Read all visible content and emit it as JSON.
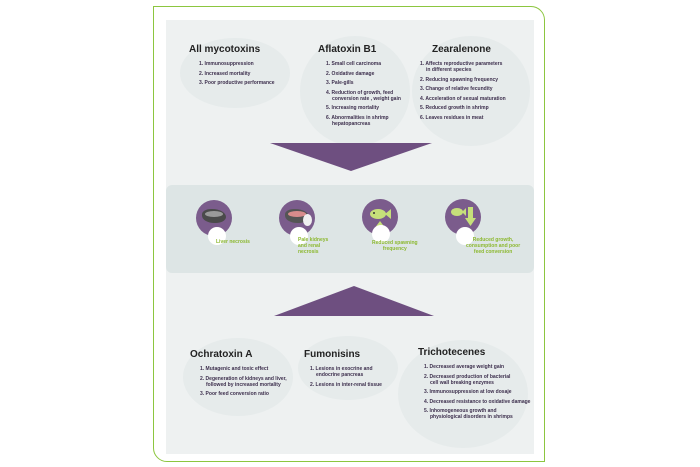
{
  "top": {
    "all": {
      "title": "All mycotoxins",
      "items": [
        "1. Immunosuppression",
        "2. Increased mortality",
        "3. Poor productive performance"
      ]
    },
    "aflatoxin": {
      "title": "Aflatoxin B1",
      "items": [
        "1. Small cell carcinoma",
        "2. Oxidative damage",
        "3. Pale-gills",
        "4. Reduction of growth, feed",
        "conversion rate , weight gain",
        "5. Increasing mortality",
        "6. Abnormalities in shrimp",
        "hepatopancreas"
      ]
    },
    "zearalenone": {
      "title": "Zearalenone",
      "items": [
        "1. Affects reproductive parameters",
        "in different species",
        "2. Reducing spawning frequency",
        "3. Change of relative fecundity",
        "4. Acceleration of sexual maturation",
        "5. Reduced growth in shrimp",
        "6. Leaves residues in meat"
      ]
    }
  },
  "effects": [
    {
      "icon": "liver-icon",
      "caption": [
        "Liver necrosis"
      ]
    },
    {
      "icon": "kidney-icon",
      "caption": [
        "Pale kidneys",
        "and renal",
        "necrosis"
      ]
    },
    {
      "icon": "fish-icon",
      "caption": [
        "Reduced spawning",
        "frequency"
      ]
    },
    {
      "icon": "growth-down-icon",
      "caption": [
        "Reduced growth,",
        "consumption and poor",
        "feed conversion"
      ]
    }
  ],
  "bottom": {
    "ochratoxin": {
      "title": "Ochratoxin A",
      "items": [
        "1. Mutagenic and toxic effect",
        "2. Degeneration of kidneys and liver,",
        "followed by increased mortality",
        "3. Poor feed conversion ratio"
      ]
    },
    "fumonisins": {
      "title": "Fumonisins",
      "items": [
        "1. Lesions in exocrine and",
        "endocrine pancreas",
        "2. Lesions in inter-renal tissue"
      ]
    },
    "trichothecenes": {
      "title": "Trichotecenes",
      "items": [
        "1. Decreased average weight gain",
        "2. Decreased production of bacterial",
        "cell wall breaking enzymes",
        "3. Immunosuppression at low dosaje",
        "4. Decreased resistance to oxidative damage",
        "5. Inhomogeneous growth and",
        "physiological disorders in shrimps"
      ]
    }
  },
  "colors": {
    "purple": "#6e4f80",
    "green": "#8cc63f",
    "caption": "#8cb830"
  }
}
